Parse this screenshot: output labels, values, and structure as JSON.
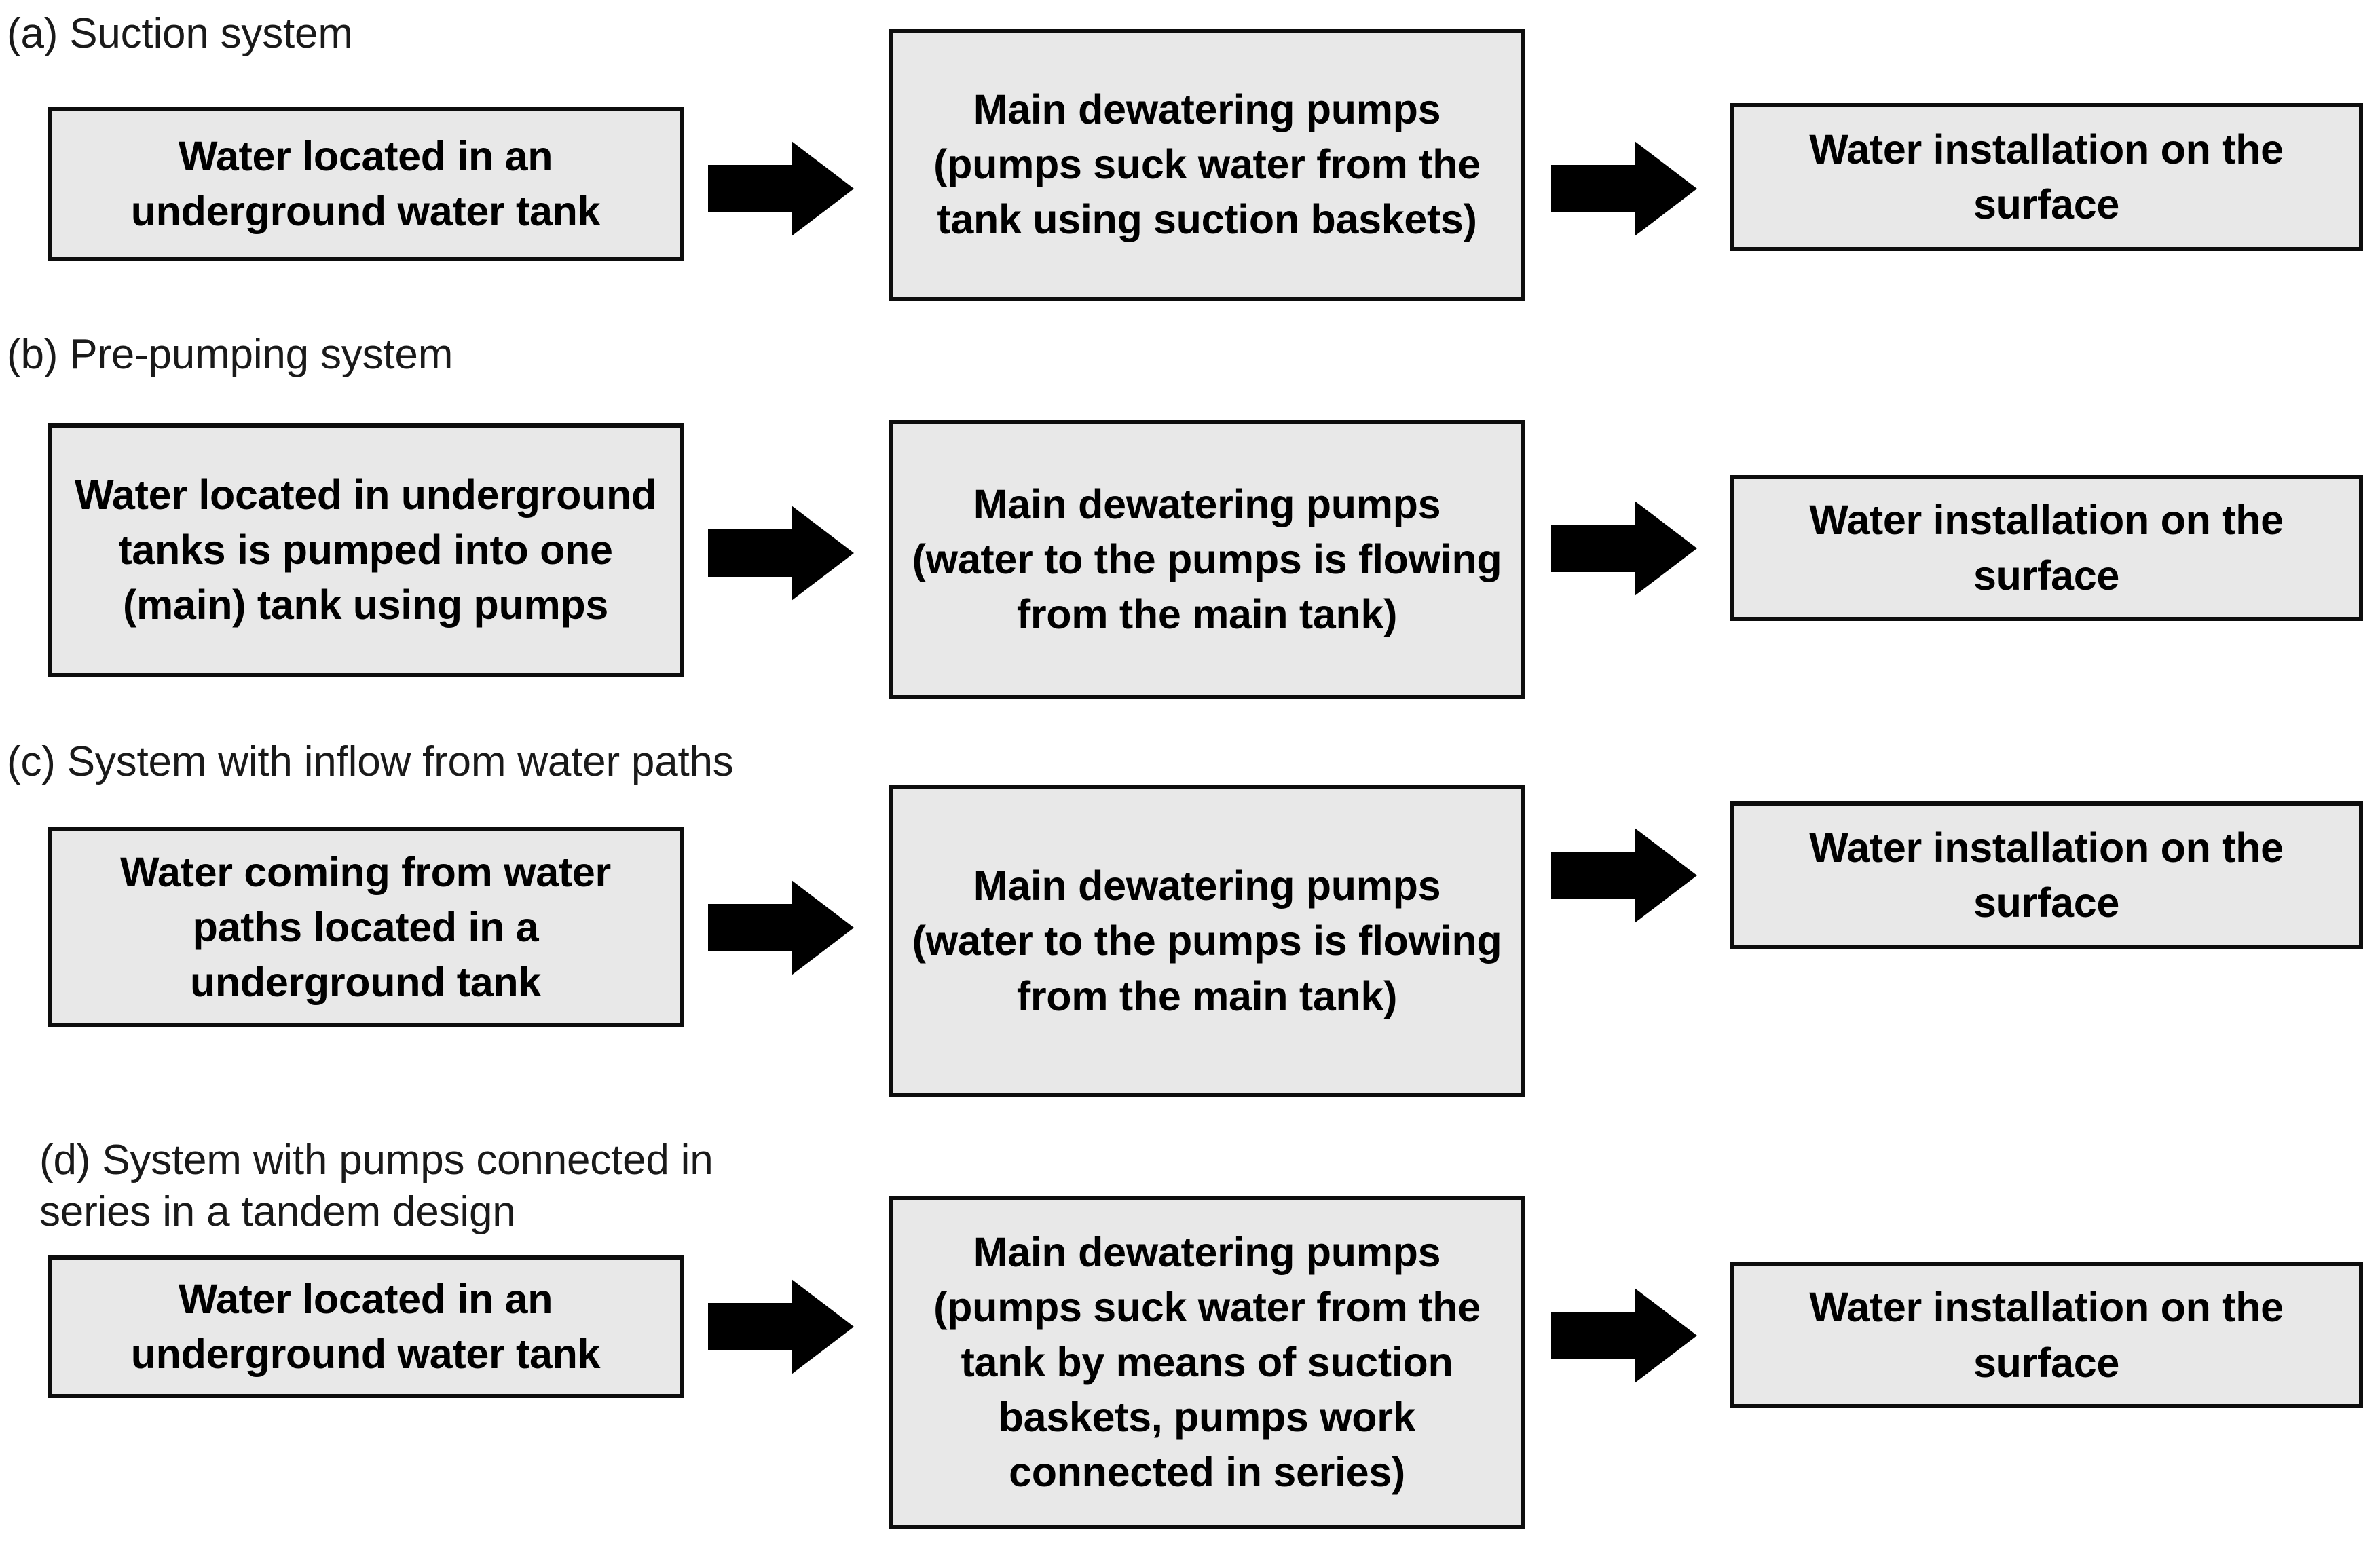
{
  "figure": {
    "background_color": "#ffffff",
    "box_fill_color": "#e8e8e8",
    "box_border_color": "#0d0d0d",
    "arrow_color": "#000000",
    "arrow_icon_name": "right-block-arrow-icon"
  },
  "sections": [
    {
      "id": "a",
      "caption": "(a) Suction system",
      "steps": [
        {
          "label": "Water located in an underground water tank"
        },
        {
          "label": "Main dewatering pumps (pumps suck water from the tank using suction baskets)"
        },
        {
          "label": "Water installation on the surface"
        }
      ],
      "arrows": [
        "right-block-arrow-icon",
        "right-block-arrow-icon"
      ]
    },
    {
      "id": "b",
      "caption": "(b) Pre-pumping system",
      "steps": [
        {
          "label": "Water located in underground tanks is pumped into one (main) tank using pumps"
        },
        {
          "label": "Main dewatering pumps (water to the pumps is flowing from the main tank)"
        },
        {
          "label": "Water installation on the surface"
        }
      ],
      "arrows": [
        "right-block-arrow-icon",
        "right-block-arrow-icon"
      ]
    },
    {
      "id": "c",
      "caption": "(c) System with inflow from water paths",
      "steps": [
        {
          "label": "Water coming from water paths located in a underground tank"
        },
        {
          "label": "Main dewatering pumps (water to the pumps is flowing from the main tank)"
        },
        {
          "label": "Water installation on the surface"
        }
      ],
      "arrows": [
        "right-block-arrow-icon",
        "right-block-arrow-icon"
      ]
    },
    {
      "id": "d",
      "caption": "(d) System with pumps connected in\nseries in a tandem design",
      "steps": [
        {
          "label": "Water located in an underground water tank"
        },
        {
          "label": "Main dewatering pumps (pumps suck water from the tank by means of suction baskets, pumps work connected in series)"
        },
        {
          "label": "Water installation on the surface"
        }
      ],
      "arrows": [
        "right-block-arrow-icon",
        "right-block-arrow-icon"
      ]
    }
  ]
}
